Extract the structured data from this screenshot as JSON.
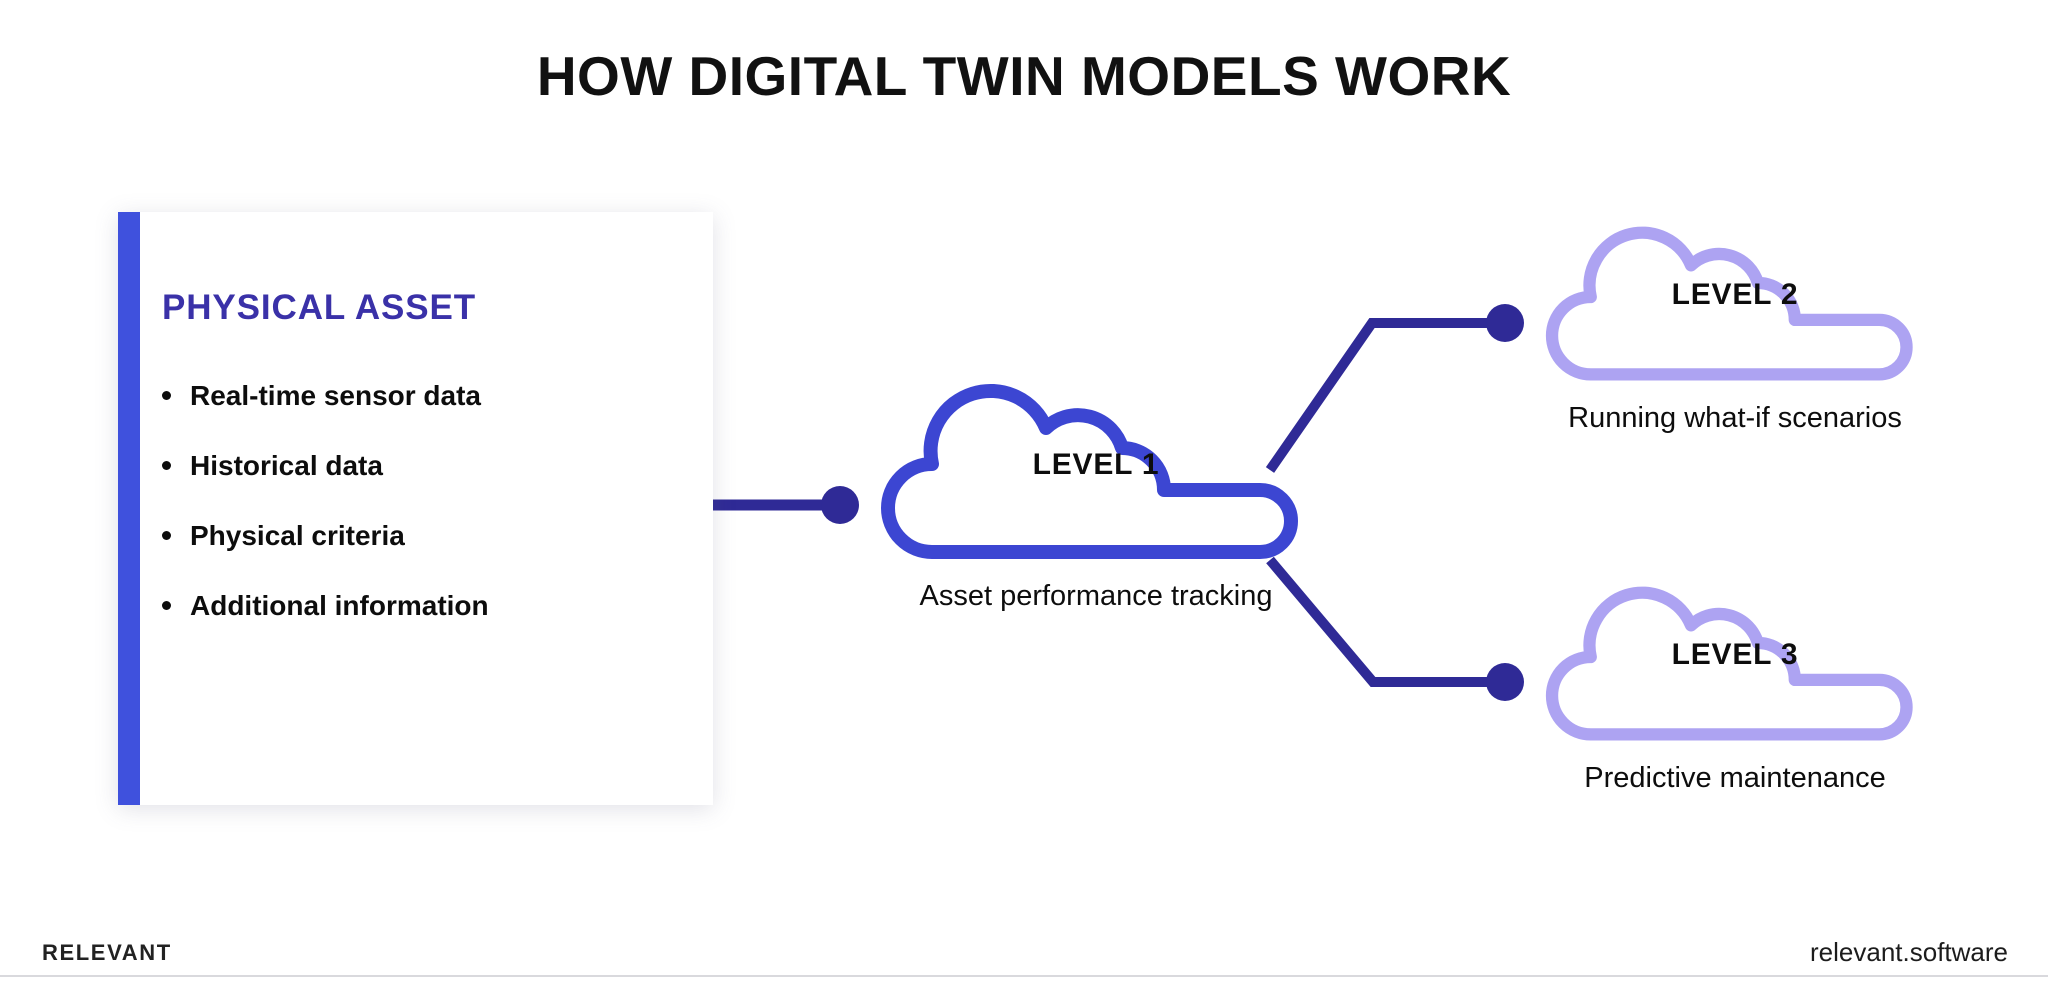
{
  "page": {
    "title": "HOW DIGITAL TWIN MODELS WORK",
    "background_color": "#ffffff"
  },
  "colors": {
    "accent_blue": "#3f51dd",
    "heading_indigo": "#3a31a8",
    "cloud_primary_stroke": "#3c46d2",
    "cloud_secondary_stroke": "#ada3f2",
    "connector_navy": "#2f2a96",
    "text_dark": "#0d0d0d"
  },
  "card": {
    "heading": "PHYSICAL ASSET",
    "bullets": [
      {
        "label": "Real-time sensor data"
      },
      {
        "label": "Historical data"
      },
      {
        "label": "Physical criteria"
      },
      {
        "label": "Additional information"
      }
    ]
  },
  "levels": [
    {
      "id": "level-1",
      "label": "LEVEL 1",
      "caption": "Asset performance tracking",
      "stroke": "#3c46d2"
    },
    {
      "id": "level-2",
      "label": "LEVEL 2",
      "caption": "Running what-if scenarios",
      "stroke": "#ada3f2"
    },
    {
      "id": "level-3",
      "label": "LEVEL 3",
      "caption": "Predictive maintenance",
      "stroke": "#ada3f2"
    }
  ],
  "footer": {
    "logo": "RELEVANT",
    "url": "relevant.software"
  }
}
